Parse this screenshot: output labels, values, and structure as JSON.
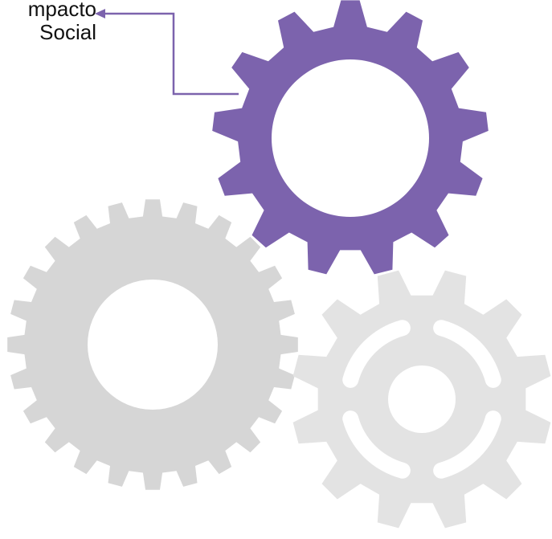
{
  "label": {
    "lines": [
      "mpacto",
      "Social"
    ]
  },
  "gears": {
    "purple": {
      "name": "purple-gear",
      "color": "#7c63ad"
    },
    "gray_large": {
      "name": "large-gray-gear",
      "color": "#d6d6d6"
    },
    "gray_light": {
      "name": "light-gray-gear",
      "color": "#e3e3e3"
    }
  },
  "connector": {
    "color": "#7c63ad"
  }
}
